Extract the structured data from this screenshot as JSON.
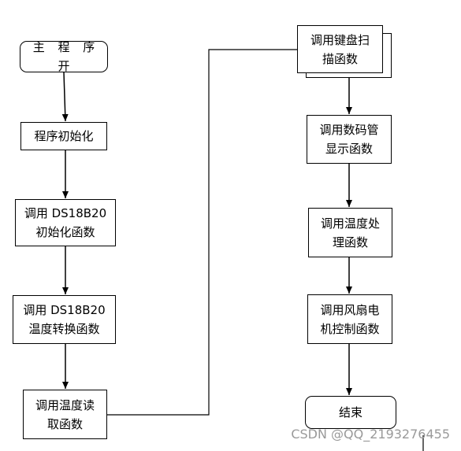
{
  "flowchart": {
    "nodes": [
      {
        "id": "start",
        "shape": "terminal",
        "label": "主 程 序 开"
      },
      {
        "id": "init",
        "shape": "process",
        "label": "程序初始化"
      },
      {
        "id": "ds18b20_init",
        "shape": "process",
        "label": "调用 DS18B20\n初始化函数"
      },
      {
        "id": "ds18b20_convert",
        "shape": "process",
        "label": "调用 DS18B20\n温度转换函数"
      },
      {
        "id": "temp_read",
        "shape": "process",
        "label": "调用温度读\n取函数"
      },
      {
        "id": "keyboard_scan",
        "shape": "stacked-process",
        "label": "调用键盘扫\n描函数"
      },
      {
        "id": "digit_display",
        "shape": "process",
        "label": "调用数码管\n显示函数"
      },
      {
        "id": "temp_process",
        "shape": "process",
        "label": "调用温度处\n理函数"
      },
      {
        "id": "fan_motor",
        "shape": "process",
        "label": "调用风扇电\n机控制函数"
      },
      {
        "id": "end",
        "shape": "terminal",
        "label": "结束"
      }
    ],
    "edges": [
      {
        "from": "start",
        "to": "init",
        "type": "arrow"
      },
      {
        "from": "init",
        "to": "ds18b20_init",
        "type": "arrow"
      },
      {
        "from": "ds18b20_init",
        "to": "ds18b20_convert",
        "type": "arrow"
      },
      {
        "from": "ds18b20_convert",
        "to": "temp_read",
        "type": "arrow"
      },
      {
        "from": "temp_read",
        "to": "keyboard_scan",
        "type": "line"
      },
      {
        "from": "keyboard_scan",
        "to": "digit_display",
        "type": "arrow"
      },
      {
        "from": "digit_display",
        "to": "temp_process",
        "type": "arrow"
      },
      {
        "from": "temp_process",
        "to": "fan_motor",
        "type": "arrow"
      },
      {
        "from": "fan_motor",
        "to": "end",
        "type": "arrow"
      }
    ]
  },
  "watermark": "CSDN @QQ_2193276455",
  "colors": {
    "line": "#000000",
    "background": "#ffffff",
    "watermark": "#9a9a9a"
  }
}
